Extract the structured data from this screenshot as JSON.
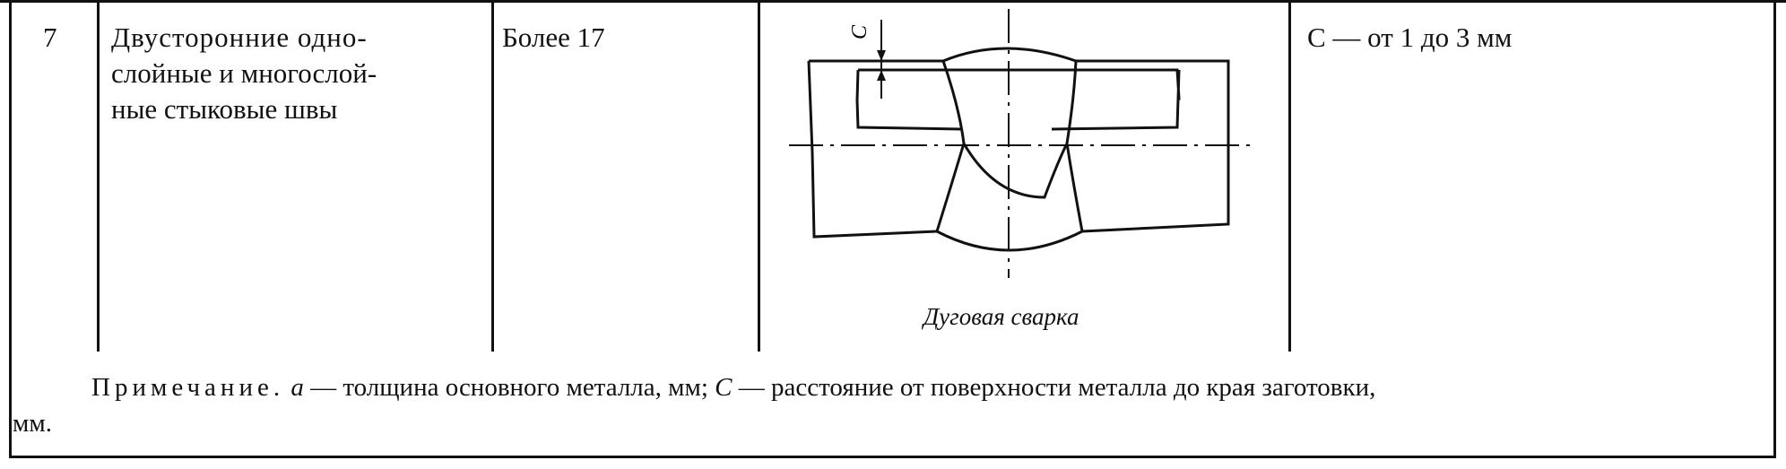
{
  "row": {
    "number": "7",
    "description_lines": [
      "Двусторонние одно-",
      "слойные и многослой-",
      "ные стыковые швы"
    ],
    "thickness": "Более 17",
    "diagram_label": "C",
    "diagram_caption": "Дуговая сварка",
    "distance": "C — от 1 до 3 мм"
  },
  "note": {
    "label": "Примечание.",
    "a_symbol": "a",
    "a_text": " — толщина основного металла, мм; ",
    "c_symbol": "C",
    "c_text": " — расстояние от поверхности металла до края заготовки,",
    "tail": "мм."
  }
}
